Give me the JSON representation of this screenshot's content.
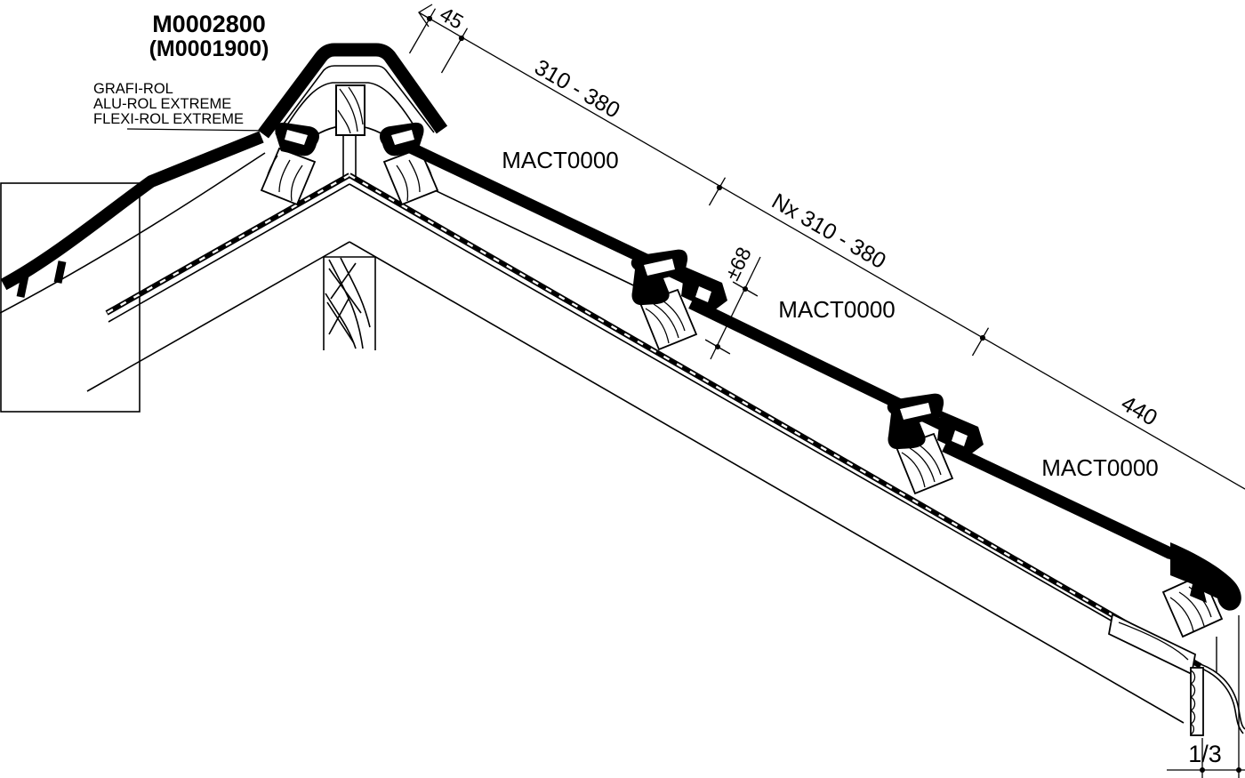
{
  "drawing": {
    "codes": {
      "primary": "M0002800",
      "secondary": "(M0001900)"
    },
    "products": [
      "GRAFI-ROL",
      "ALU-ROL EXTREME",
      "FLEXI-ROL EXTREME"
    ],
    "tiles": [
      "MACT0000",
      "MACT0000",
      "MACT0000"
    ],
    "dims": {
      "ridge_overhang": "45",
      "first_course": "310 - 380",
      "course_repeat": "Nx 310 - 380",
      "eave_course": "440",
      "headlap": "±68",
      "gutter_overlap": "1/3"
    },
    "colors": {
      "ink": "#000000",
      "paper": "#ffffff"
    }
  }
}
